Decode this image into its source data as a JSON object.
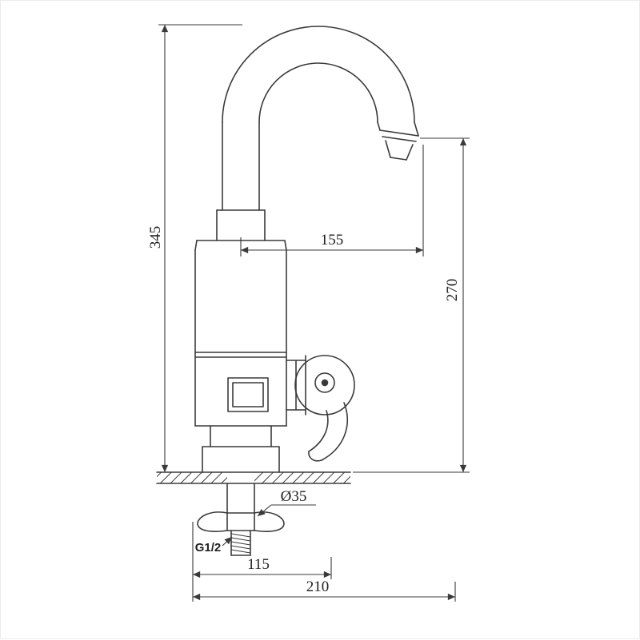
{
  "drawing": {
    "type": "dimensioned technical line drawing",
    "subject": "deck-mounted single-lever faucet with gooseneck spout, side elevation with mounting section",
    "background": "#ffffff",
    "line_color": "#3a3a3a",
    "labels": {
      "overall_height": "345",
      "spout_reach": "155",
      "spout_outlet_height": "270",
      "shank_diameter": "Ø35",
      "thread_size": "G1/2",
      "body_depth": "115",
      "overall_depth": "210"
    }
  }
}
